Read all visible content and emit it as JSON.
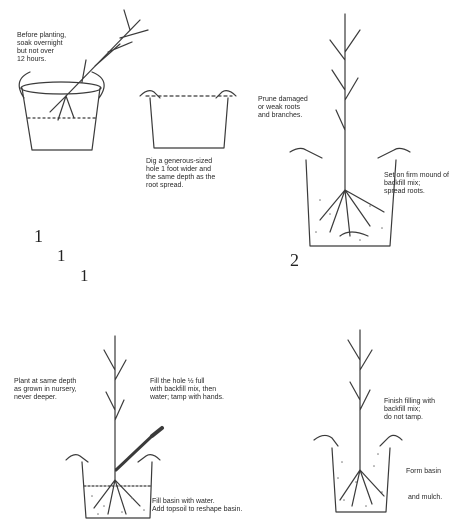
{
  "notes": {
    "soak": "Before planting,\nsoak overnight\nbut not over\n12 hours.",
    "dig": "Dig a generous-sized\nhole 1 foot wider and\nthe same depth as the\nroot spread.",
    "prune": "Prune damaged\nor weak roots\nand branches.",
    "mound": "Set on firm mound of\nbackfill mix;\nspread roots.",
    "depth": "Plant at same depth\nas grown in nursery,\nnever deeper.",
    "fill_half": "Fill the hole ½ full\nwith backfill mix, then\nwater; tamp with hands.",
    "basin_water": "Fill basin with water.\nAdd topsoil to reshape basin.",
    "finish": "Finish filling with\nbackfill mix;\ndo not tamp.",
    "form_basin": "Form basin",
    "mulch": "and mulch."
  },
  "step_numbers": {
    "a": "1",
    "b": "1",
    "c": "1",
    "d": "2"
  }
}
